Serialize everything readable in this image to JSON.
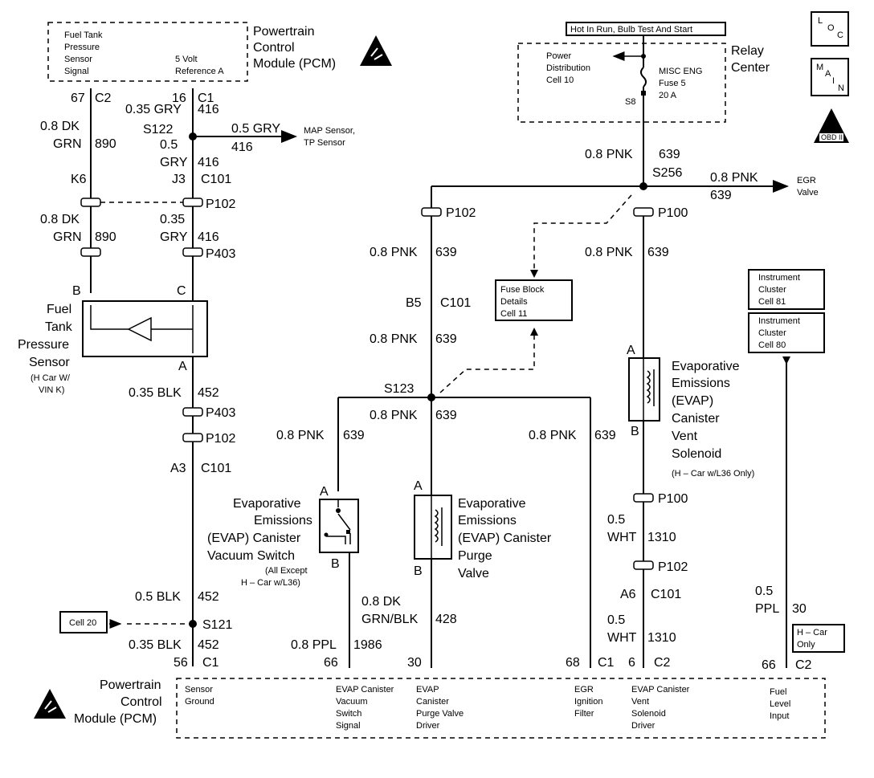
{
  "top_pcm": {
    "title": [
      "Powertrain",
      "Control",
      "Module (PCM)"
    ],
    "sig_left": [
      "Fuel Tank",
      "Pressure",
      "Sensor",
      "Signal"
    ],
    "sig_right": [
      "5 Volt",
      "Reference A"
    ]
  },
  "relay_center": {
    "title": [
      "Relay",
      "Center"
    ],
    "supply_label": "Hot In Run, Bulb Test And Start",
    "power_dist": [
      "Power",
      "Distribution",
      "Cell 10"
    ],
    "fuse": [
      "MISC ENG",
      "Fuse 5",
      "20 A"
    ],
    "s8": "S8"
  },
  "badges": {
    "loc": [
      "L",
      "O",
      "C"
    ],
    "main": [
      "M",
      "A",
      "I",
      "N"
    ],
    "obd": "OBD II"
  },
  "left_circuit": {
    "pin_67": "67",
    "pin_c2": "C2",
    "w890a": [
      "0.8 DK",
      "GRN",
      "890"
    ],
    "k6": "K6",
    "w890b": [
      "0.8 DK",
      "GRN",
      "890"
    ],
    "pin_b": "B"
  },
  "ref_circuit": {
    "pin_16": "16",
    "pin_c1": "C1",
    "w416a": [
      "0.35 GRY",
      "416"
    ],
    "s122": "S122",
    "w416b": [
      "0.5",
      "GRY",
      "416"
    ],
    "map_wire": [
      "0.5 GRY",
      "416"
    ],
    "map_dest": [
      "MAP Sensor,",
      "TP Sensor"
    ],
    "j3": "J3",
    "c101": "C101",
    "p102": "P102",
    "w416c": [
      "0.35",
      "GRY",
      "416"
    ],
    "p403": "P403",
    "pin_c": "C"
  },
  "sensor": {
    "name": [
      "Fuel",
      "Tank",
      "Pressure",
      "Sensor"
    ],
    "note": [
      "(H Car W/",
      "VIN K)"
    ],
    "pin_a": "A"
  },
  "ground_circuit": {
    "w452a": [
      "0.35 BLK",
      "452"
    ],
    "p403": "P403",
    "p102": "P102",
    "a3": "A3",
    "c101": "C101",
    "w452b": [
      "0.5 BLK",
      "452"
    ],
    "cell20": "Cell 20",
    "s121": "S121",
    "w452c": [
      "0.35 BLK",
      "452"
    ],
    "pin_56": "56",
    "pin_c1": "C1"
  },
  "center_circuit": {
    "w639_top": [
      "0.8 PNK",
      "639"
    ],
    "s256": "S256",
    "egr_wire": [
      "0.8 PNK",
      "639"
    ],
    "egr_dest": [
      "EGR",
      "Valve"
    ],
    "p102": "P102",
    "p100": "P100",
    "w639_a": [
      "0.8 PNK",
      "639"
    ],
    "w639_b": [
      "0.8 PNK",
      "639"
    ],
    "fuse_block": [
      "Fuse Block",
      "Details",
      "Cell 11"
    ],
    "b5": "B5",
    "c101": "C101",
    "w639_c": [
      "0.8 PNK",
      "639"
    ],
    "s123": "S123",
    "w639_d": [
      "0.8 PNK",
      "639"
    ],
    "w639_e": [
      "0.8 PNK",
      "639"
    ],
    "w639_f": [
      "0.8 PNK",
      "639"
    ]
  },
  "vacuum_switch": {
    "pin_a": "A",
    "pin_b": "B",
    "name": [
      "Evaporative",
      "Emissions",
      "(EVAP) Canister",
      "Vacuum Switch"
    ],
    "note": [
      "(All Except",
      "H – Car w/L36)"
    ],
    "wire": [
      "0.8 PPL",
      "1986"
    ],
    "pin_66": "66"
  },
  "purge_valve": {
    "pin_a": "A",
    "pin_b": "B",
    "name": [
      "Evaporative",
      "Emissions",
      "(EVAP) Canister",
      "Purge",
      "Valve"
    ],
    "wire": [
      "0.8 DK",
      "GRN/BLK",
      "428"
    ],
    "pin_30": "30",
    "pin_68": "68",
    "pin_c1": "C1"
  },
  "vent_solenoid": {
    "pin_a": "A",
    "pin_b": "B",
    "name": [
      "Evaporative",
      "Emissions",
      "(EVAP)",
      "Canister",
      "Vent",
      "Solenoid"
    ],
    "note": "(H – Car w/L36 Only)",
    "p100": "P100",
    "w1310a": [
      "0.5",
      "WHT",
      "1310"
    ],
    "p102": "P102",
    "a6": "A6",
    "c101": "C101",
    "w1310b": [
      "0.5",
      "WHT",
      "1310"
    ],
    "pin_6": "6",
    "pin_c2": "C2"
  },
  "instrument": {
    "ic81": [
      "Instrument",
      "Cluster",
      "Cell 81"
    ],
    "ic80": [
      "Instrument",
      "Cluster",
      "Cell 80"
    ],
    "wire": [
      "0.5",
      "PPL",
      "30"
    ],
    "note": [
      "H – Car",
      "Only"
    ],
    "pin_66": "66",
    "pin_c2": "C2"
  },
  "bottom_pcm": {
    "title": [
      "Powertrain",
      "Control",
      "Module (PCM)"
    ],
    "col1": [
      "Sensor",
      "Ground"
    ],
    "col2": [
      "EVAP Canister",
      "Vacuum",
      "Switch",
      "Signal"
    ],
    "col3": [
      "EVAP",
      "Canister",
      "Purge Valve",
      "Driver"
    ],
    "col4": [
      "EGR",
      "Ignition",
      "Filter"
    ],
    "col5": [
      "EVAP Canister",
      "Vent",
      "Solenoid",
      "Driver"
    ],
    "col6": [
      "Fuel",
      "Level",
      "Input"
    ]
  }
}
